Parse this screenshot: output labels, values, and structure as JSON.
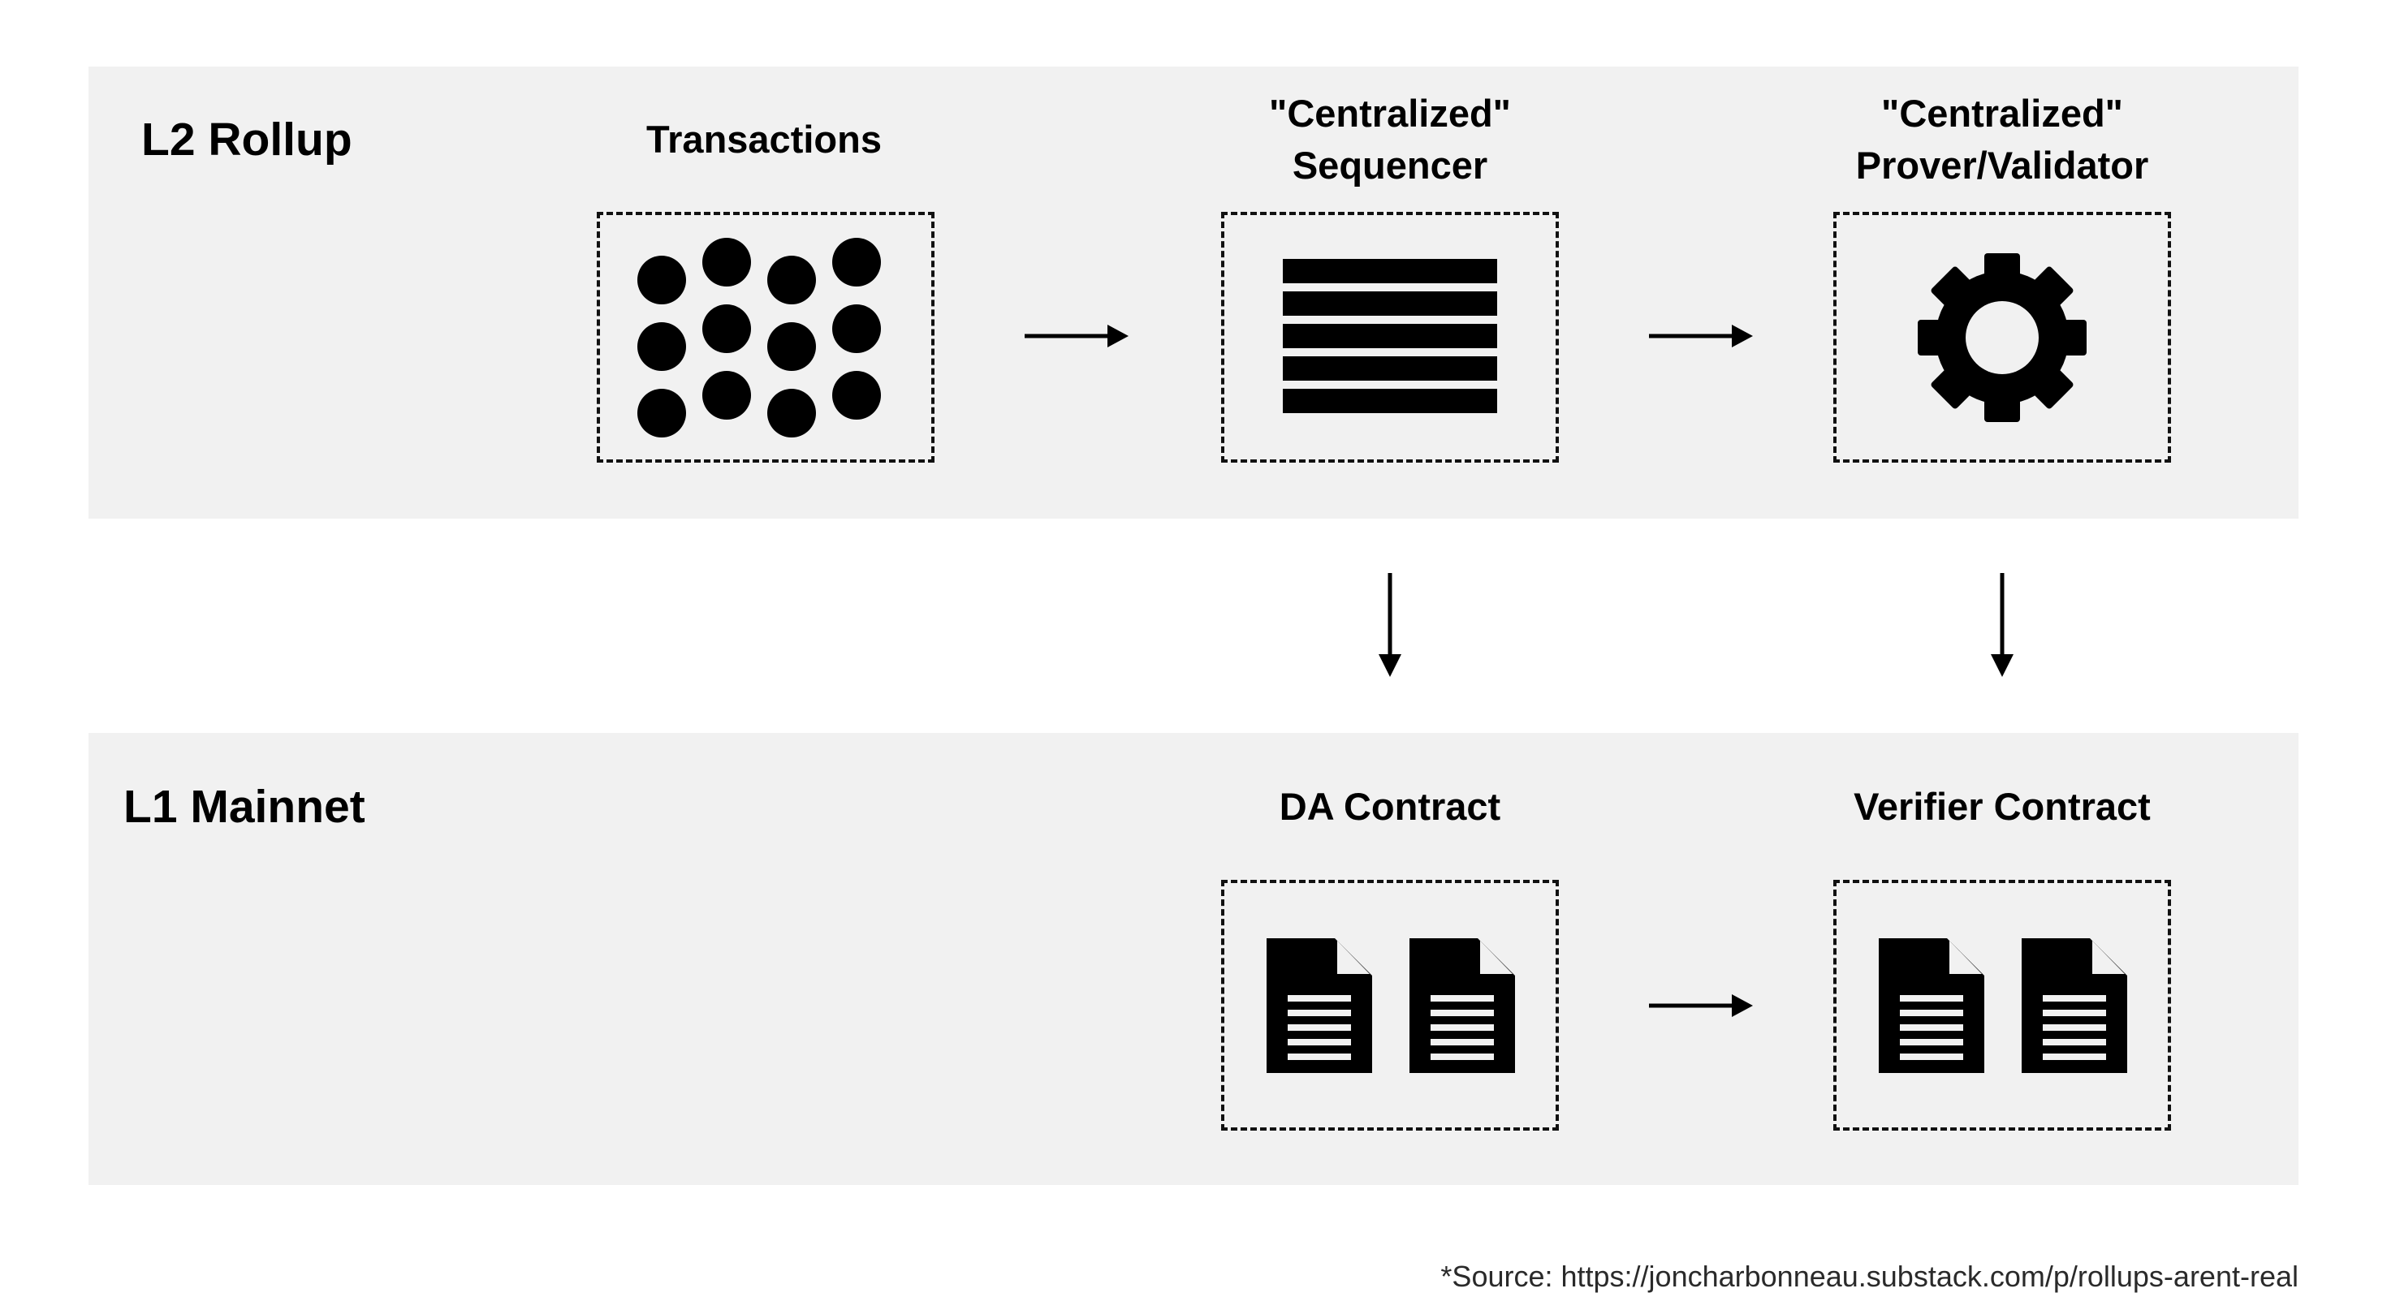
{
  "layers": {
    "l2": {
      "title": "L2 Rollup"
    },
    "l1": {
      "title": "L1 Mainnet"
    }
  },
  "nodes": {
    "transactions": {
      "label": "Transactions",
      "icon": "dots-grid-icon"
    },
    "sequencer": {
      "label_line1": "\"Centralized\"",
      "label_line2": "Sequencer",
      "icon": "stack-bars-icon"
    },
    "prover": {
      "label_line1": "\"Centralized\"",
      "label_line2": "Prover/Validator",
      "icon": "gear-icon"
    },
    "da_contract": {
      "label": "DA Contract",
      "icon": "document-icon"
    },
    "verifier_contract": {
      "label": "Verifier Contract",
      "icon": "document-icon"
    }
  },
  "edges": [
    {
      "from": "transactions",
      "to": "sequencer"
    },
    {
      "from": "sequencer",
      "to": "prover"
    },
    {
      "from": "sequencer",
      "to": "da_contract"
    },
    {
      "from": "prover",
      "to": "verifier_contract"
    },
    {
      "from": "da_contract",
      "to": "verifier_contract"
    }
  ],
  "footer": {
    "source": "*Source: https://joncharbonneau.substack.com/p/rollups-arent-real"
  },
  "colors": {
    "band": "#f1f1f1",
    "ink": "#000000",
    "background": "#ffffff"
  }
}
